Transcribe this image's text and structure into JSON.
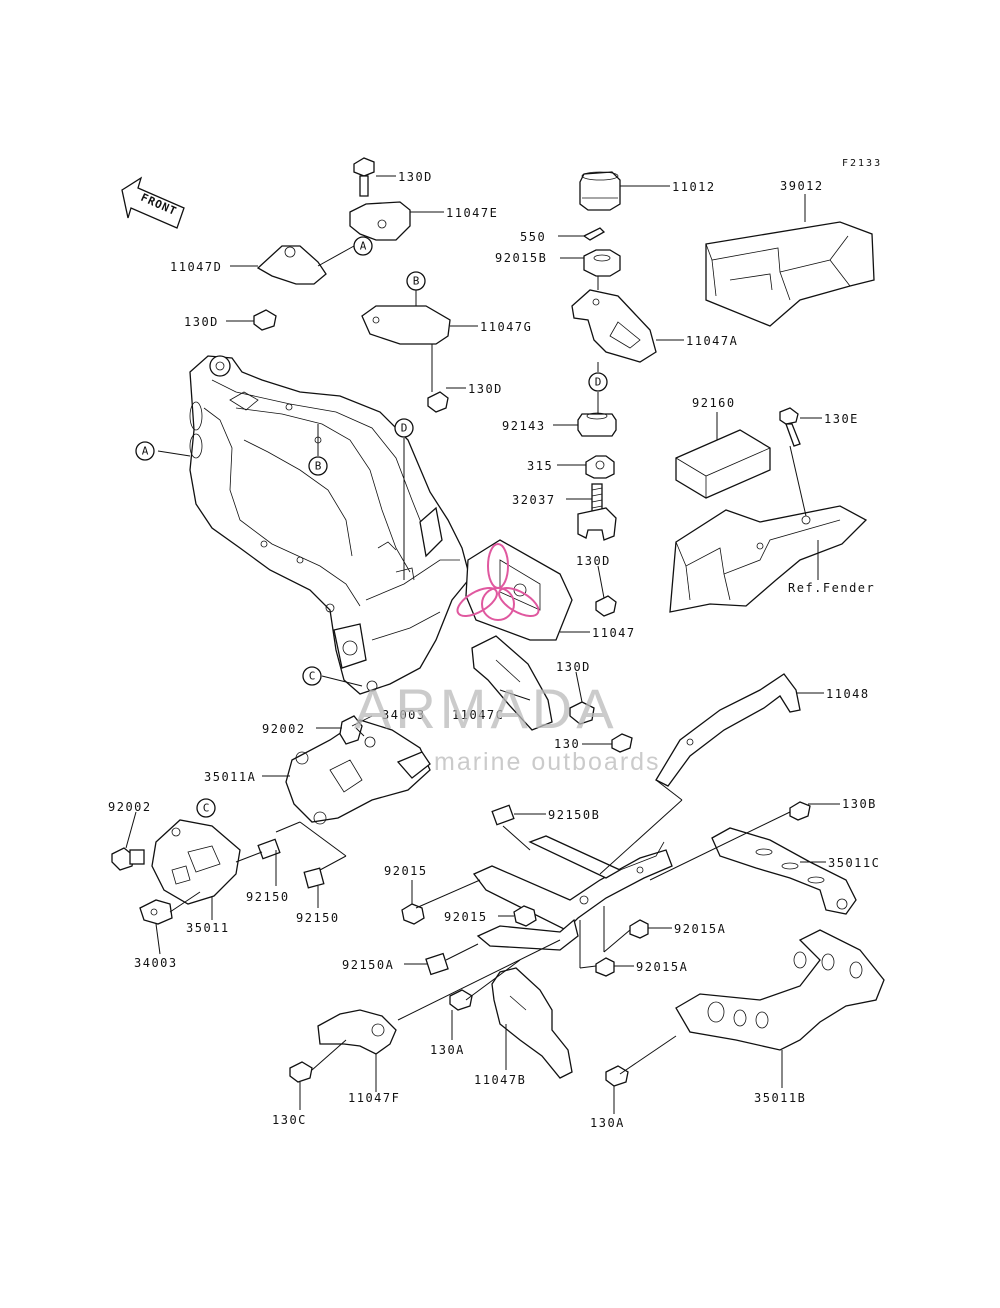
{
  "figure_code": "F2133",
  "direction_arrow": {
    "label": "FRONT",
    "icon": "front-arrow-icon"
  },
  "callouts": [
    {
      "id": "c11012",
      "label": "11012"
    },
    {
      "id": "c39012",
      "label": "39012"
    },
    {
      "id": "c130d_a",
      "label": "130D"
    },
    {
      "id": "c11047e",
      "label": "11047E"
    },
    {
      "id": "c550",
      "label": "550"
    },
    {
      "id": "c92015b",
      "label": "92015B"
    },
    {
      "id": "c11047d",
      "label": "11047D"
    },
    {
      "id": "c130d_b",
      "label": "130D"
    },
    {
      "id": "c11047g",
      "label": "11047G"
    },
    {
      "id": "c11047a",
      "label": "11047A"
    },
    {
      "id": "c130d_c",
      "label": "130D"
    },
    {
      "id": "c92160",
      "label": "92160"
    },
    {
      "id": "c130e",
      "label": "130E"
    },
    {
      "id": "c92143",
      "label": "92143"
    },
    {
      "id": "c315",
      "label": "315"
    },
    {
      "id": "c32037",
      "label": "32037"
    },
    {
      "id": "c130d_d",
      "label": "130D"
    },
    {
      "id": "c11047",
      "label": "11047"
    },
    {
      "id": "cref",
      "label": "Ref.Fender"
    },
    {
      "id": "c130d_e",
      "label": "130D"
    },
    {
      "id": "c11047c",
      "label": "11047C"
    },
    {
      "id": "c34003_a",
      "label": "34003"
    },
    {
      "id": "c11048",
      "label": "11048"
    },
    {
      "id": "c92002_a",
      "label": "92002"
    },
    {
      "id": "c130",
      "label": "130"
    },
    {
      "id": "c35011a",
      "label": "35011A"
    },
    {
      "id": "c92002_b",
      "label": "92002"
    },
    {
      "id": "c92150b",
      "label": "92150B"
    },
    {
      "id": "c130b",
      "label": "130B"
    },
    {
      "id": "c35011c",
      "label": "35011C"
    },
    {
      "id": "c92015_a",
      "label": "92015"
    },
    {
      "id": "c92150_a",
      "label": "92150"
    },
    {
      "id": "c92150_b",
      "label": "92150"
    },
    {
      "id": "c35011",
      "label": "35011"
    },
    {
      "id": "c92015_b",
      "label": "92015"
    },
    {
      "id": "c92015a_a",
      "label": "92015A"
    },
    {
      "id": "c34003_b",
      "label": "34003"
    },
    {
      "id": "c92150a",
      "label": "92150A"
    },
    {
      "id": "c92015a_b",
      "label": "92015A"
    },
    {
      "id": "c130a_a",
      "label": "130A"
    },
    {
      "id": "c11047b",
      "label": "11047B"
    },
    {
      "id": "c130c",
      "label": "130C"
    },
    {
      "id": "c11047f",
      "label": "11047F"
    },
    {
      "id": "c130a_b",
      "label": "130A"
    },
    {
      "id": "c35011b",
      "label": "35011B"
    }
  ],
  "reference_markers": [
    {
      "id": "rA1",
      "letter": "A"
    },
    {
      "id": "rA2",
      "letter": "A"
    },
    {
      "id": "rB1",
      "letter": "B"
    },
    {
      "id": "rB2",
      "letter": "B"
    },
    {
      "id": "rD1",
      "letter": "D"
    },
    {
      "id": "rD2",
      "letter": "D"
    },
    {
      "id": "rC1",
      "letter": "C"
    },
    {
      "id": "rC2",
      "letter": "C"
    }
  ],
  "watermark": {
    "brand": "ARMADA",
    "tagline": "marine outboards",
    "logo": "propeller-logo-icon",
    "logo_color": "#e0589f",
    "text_color": "#b9b9b9"
  }
}
